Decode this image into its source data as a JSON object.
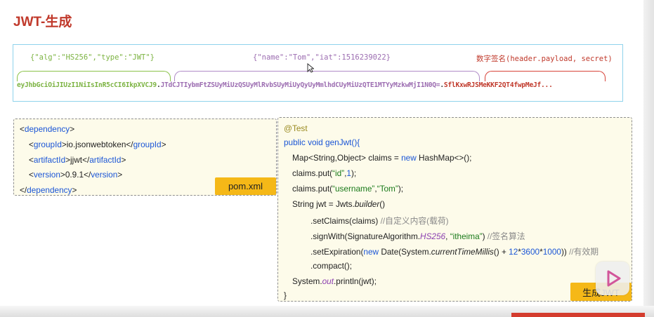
{
  "slide": {
    "title": "JWT-生成"
  },
  "jwt": {
    "header_json": "{\"alg\":\"HS256\",\"type\":\"JWT\"}",
    "payload_json": "{\"name\":\"Tom\",\"iat\":1516239022}",
    "signature_label": "数字签名(header.payload, secret)",
    "token_header": "eyJhbGciOiJIUzI1NiIsInR5cCI6IkpXVCJ9",
    "dot": ".",
    "token_payload": "JTdCJTIybmFtZSUyMiUzQSUyMlRvbSUyMiUyQyUyMmlhdCUyMiUzQTE1MTYyMzkwMjI1N0Q=",
    "token_signature": "SflKxwRJSMeKKF2QT4fwpMeJf...",
    "colors": {
      "header": "#7cb342",
      "payload": "#9c6db1",
      "signature": "#c0392b"
    }
  },
  "pom": {
    "l1_open": "<",
    "dependency": "dependency",
    "gt": ">",
    "groupId": "groupId",
    "groupId_value": "io.jsonwebtoken",
    "close_lt": "</",
    "artifactId": "artifactId",
    "artifactId_value": "jjwt",
    "version": "version",
    "version_value": "0.9.1",
    "badge": "pom.xml"
  },
  "test": {
    "annotation": "@Test",
    "l2_kw": "public void",
    "l2_name": " genJwt(){",
    "l3_a": "Map<String,Object> claims = ",
    "l3_kw": "new",
    "l3_b": " HashMap<>();",
    "l4_a": "claims.put(",
    "l4_str": "“id”",
    "l4_b": ",",
    "l4_num": "1",
    "l4_c": ");",
    "l5_a": "claims.put(",
    "l5_str1": "“username”",
    "l5_b": ",",
    "l5_str2": "“Tom”",
    "l5_c": ");",
    "l6_a": "String jwt = Jwts.",
    "l6_it": "builder",
    "l6_b": "()",
    "l7_a": ".setClaims(claims) ",
    "l7_c": "//自定义内容(载荷)",
    "l8_a": ".signWith(SignatureAlgorithm.",
    "l8_it": "HS256",
    "l8_b": ", ",
    "l8_str": "“itheima”",
    "l8_c": ") ",
    "l8_cm": "//签名算法",
    "l9_a": ".setExpiration(",
    "l9_kw": "new",
    "l9_b": " Date(System.",
    "l9_it": "currentTimeMillis",
    "l9_c": "() + ",
    "l9_n1": "12",
    "l9_m1": "*",
    "l9_n2": "3600",
    "l9_m2": "*",
    "l9_n3": "1000",
    "l9_d": ")) ",
    "l9_cm": "//有效期",
    "l10": ".compact();",
    "l11_a": "System.",
    "l11_it": "out",
    "l11_b": ".println(jwt);",
    "l12": "}",
    "badge": "生成JWT"
  }
}
